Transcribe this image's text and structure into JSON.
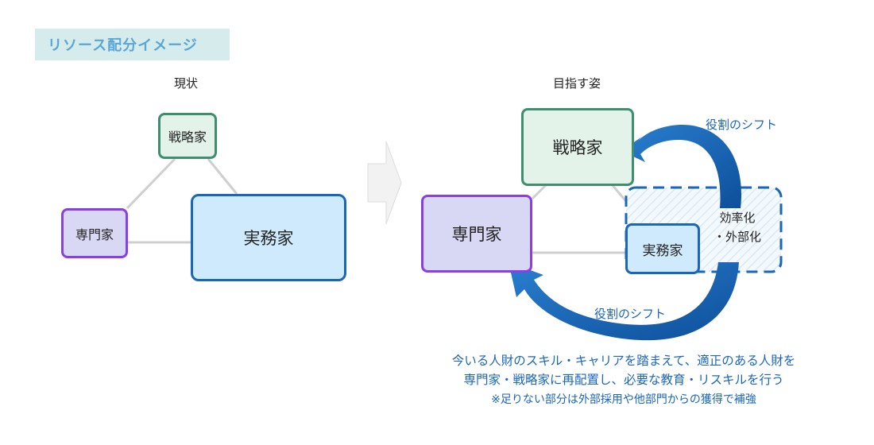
{
  "title": "リソース配分イメージ",
  "current": {
    "label": "現状",
    "strategist": "戦略家",
    "specialist": "専門家",
    "practitioner": "実務家"
  },
  "target": {
    "label": "目指す姿",
    "strategist": "戦略家",
    "specialist": "専門家",
    "practitioner": "実務家",
    "efficiency_label_line1": "効率化",
    "efficiency_label_line2": "・外部化",
    "shift_label_top": "役割のシフト",
    "shift_label_bottom": "役割のシフト"
  },
  "caption": {
    "line1": "今いる人財のスキル・キャリアを踏まえて、適正のある人財を",
    "line2": "専門家・戦略家に再配置し、必要な教育・リスキルを行う",
    "note": "※足りない部分は外部採用や他部門からの獲得で補強"
  },
  "colors": {
    "accent_blue": "#1a66b8",
    "green_border": "#3d8f6e",
    "purple_border": "#8a3fe0",
    "heading_text": "#5aa6d6"
  }
}
